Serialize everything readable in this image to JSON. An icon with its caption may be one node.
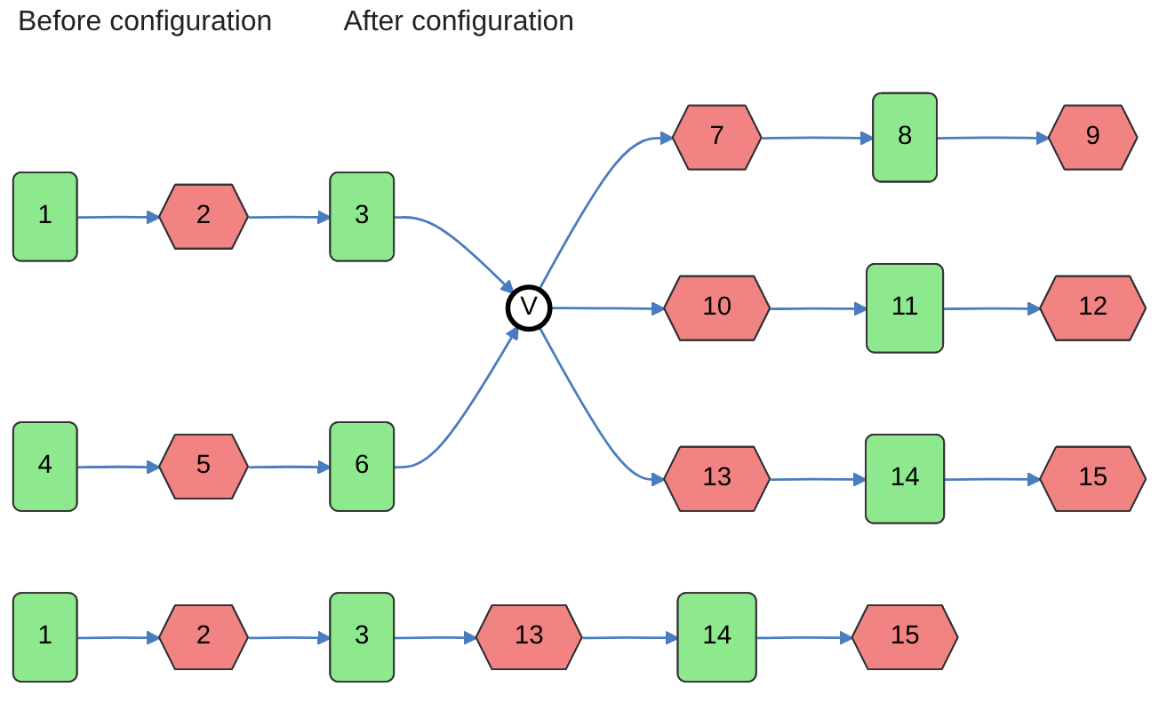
{
  "diagram": {
    "nodes": [
      {
        "text": [
          "1"
        ]
      },
      {
        "text": [
          "2"
        ]
      },
      {
        "text": [
          "3"
        ]
      },
      {
        "text": [
          "4"
        ]
      },
      {
        "text": [
          "5"
        ]
      },
      {
        "text": [
          "6"
        ]
      },
      {
        "text": [
          "V"
        ]
      },
      {
        "text": [
          "7"
        ]
      },
      {
        "text": [
          "8"
        ]
      },
      {
        "text": [
          "9"
        ]
      },
      {
        "text": [
          "10"
        ]
      },
      {
        "text": [
          "11"
        ]
      },
      {
        "text": [
          "12"
        ]
      },
      {
        "text": [
          "13"
        ]
      },
      {
        "text": [
          "14"
        ]
      },
      {
        "text": [
          "15"
        ]
      },
      {
        "text": [
          "1"
        ]
      },
      {
        "text": [
          "2"
        ]
      },
      {
        "text": [
          "3"
        ]
      },
      {
        "text": [
          "13"
        ]
      },
      {
        "text": [
          "14"
        ]
      },
      {
        "text": [
          "15"
        ]
      }
    ],
    "edges": [
      {
        "from": 0,
        "to": 1,
        "arrow": "to"
      },
      {
        "from": 1,
        "to": 2,
        "arrow": "to"
      },
      {
        "from": 3,
        "to": 4,
        "arrow": "to"
      },
      {
        "from": 4,
        "to": 5,
        "arrow": "to"
      },
      {
        "from": 2,
        "to": 6,
        "arrow": "to"
      },
      {
        "from": 5,
        "to": 6,
        "arrow": "to"
      },
      {
        "from": 6,
        "to": 7,
        "arrow": "to"
      },
      {
        "from": 6,
        "to": 10,
        "arrow": "to"
      },
      {
        "from": 6,
        "to": 13,
        "arrow": "to"
      },
      {
        "from": 7,
        "to": 8,
        "arrow": "to"
      },
      {
        "from": 8,
        "to": 9,
        "arrow": "to"
      },
      {
        "from": 10,
        "to": 11,
        "arrow": "to"
      },
      {
        "from": 11,
        "to": 12,
        "arrow": "to"
      },
      {
        "from": 13,
        "to": 14,
        "arrow": "to"
      },
      {
        "from": 14,
        "to": 15,
        "arrow": "to"
      },
      {
        "from": 16,
        "to": 17,
        "arrow": "to"
      },
      {
        "from": 17,
        "to": 18,
        "arrow": "to"
      },
      {
        "from": 18,
        "to": 19,
        "arrow": "to"
      },
      {
        "from": 19,
        "to": 20,
        "arrow": "to"
      },
      {
        "from": 20,
        "to": 21,
        "arrow": "to"
      }
    ],
    "labels": [
      "Before configuration",
      "After configuration"
    ]
  }
}
